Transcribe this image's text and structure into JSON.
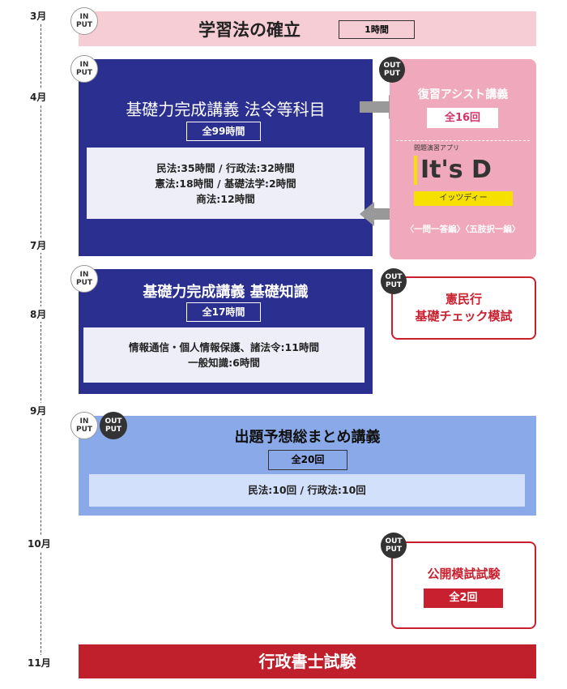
{
  "months": [
    "3月",
    "4月",
    "7月",
    "8月",
    "9月",
    "10月",
    "11月"
  ],
  "badges": {
    "input": [
      "IN",
      "PUT"
    ],
    "output": [
      "OUT",
      "PUT"
    ]
  },
  "stage1": {
    "title": "学習法の確立",
    "duration": "1時間"
  },
  "stage2": {
    "title": "基礎力完成講義 法令等科目",
    "total": "全99時間",
    "subjects": [
      "民法:35時間 / 行政法:32時間",
      "憲法:18時間 / 基礎法学:2時間",
      "商法:12時間"
    ]
  },
  "review": {
    "title": "復習アシスト講義",
    "count": "全16回",
    "app_label": "問題演習アプリ",
    "app_name": "It's D",
    "app_kana": "イッツディー",
    "editions": "〈一問一答編〉〈五肢択一編〉"
  },
  "stage3": {
    "title": "基礎力完成講義 基礎知識",
    "total": "全17時間",
    "subjects": [
      "情報通信・個人情報保護、諸法令:11時間",
      "一般知識:6時間"
    ]
  },
  "check_exam": {
    "lines": [
      "憲民行",
      "基礎チェック模試"
    ]
  },
  "stage4": {
    "title": "出題予想総まとめ講義",
    "total": "全20回",
    "subjects": "民法:10回 / 行政法:10回"
  },
  "mock_exam": {
    "title": "公開模試試験",
    "count": "全2回"
  },
  "final": {
    "title": "行政書士試験"
  },
  "colors": {
    "navy": "#2b2f8f",
    "pink": "#f7cdd5",
    "pink_panel": "#f0a8bc",
    "blue": "#8aa9e8",
    "red": "#c0202c"
  }
}
